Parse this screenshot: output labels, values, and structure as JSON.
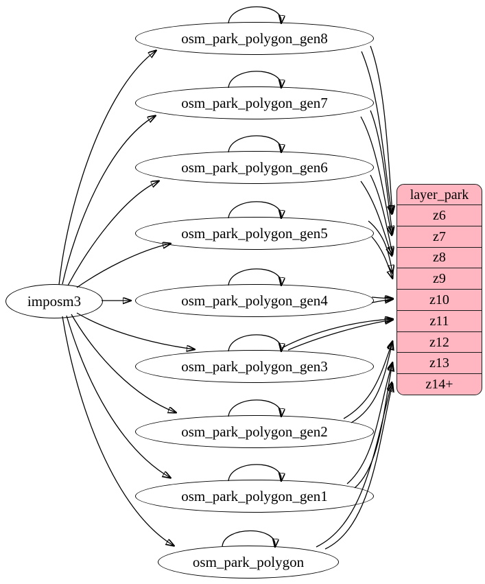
{
  "nodes": {
    "source": "imposm3",
    "tables": [
      "osm_park_polygon_gen8",
      "osm_park_polygon_gen7",
      "osm_park_polygon_gen6",
      "osm_park_polygon_gen5",
      "osm_park_polygon_gen4",
      "osm_park_polygon_gen3",
      "osm_park_polygon_gen2",
      "osm_park_polygon_gen1",
      "osm_park_polygon"
    ]
  },
  "layer_table": {
    "title": "layer_park",
    "rows": [
      "z6",
      "z7",
      "z8",
      "z9",
      "z10",
      "z11",
      "z12",
      "z13",
      "z14+"
    ]
  },
  "edges": {
    "source_to_tables": [
      "osm_park_polygon_gen8",
      "osm_park_polygon_gen7",
      "osm_park_polygon_gen6",
      "osm_park_polygon_gen5",
      "osm_park_polygon_gen4",
      "osm_park_polygon_gen3",
      "osm_park_polygon_gen2",
      "osm_park_polygon_gen1",
      "osm_park_polygon"
    ],
    "self_loops": [
      "osm_park_polygon_gen8",
      "osm_park_polygon_gen7",
      "osm_park_polygon_gen6",
      "osm_park_polygon_gen5",
      "osm_park_polygon_gen4",
      "osm_park_polygon_gen3",
      "osm_park_polygon_gen2",
      "osm_park_polygon_gen1",
      "osm_park_polygon"
    ],
    "table_to_zoom": [
      {
        "from": "osm_park_polygon_gen8",
        "to": "z6"
      },
      {
        "from": "osm_park_polygon_gen7",
        "to": "z7"
      },
      {
        "from": "osm_park_polygon_gen6",
        "to": "z8"
      },
      {
        "from": "osm_park_polygon_gen5",
        "to": "z9"
      },
      {
        "from": "osm_park_polygon_gen4",
        "to": "z10"
      },
      {
        "from": "osm_park_polygon_gen3",
        "to": "z11"
      },
      {
        "from": "osm_park_polygon_gen2",
        "to": "z12"
      },
      {
        "from": "osm_park_polygon_gen1",
        "to": "z13"
      },
      {
        "from": "osm_park_polygon",
        "to": "z14+"
      }
    ]
  },
  "colors": {
    "layer_fill": "#ffb6c1",
    "node_fill": "#ffffff",
    "stroke": "#000000",
    "text": "#000000"
  }
}
